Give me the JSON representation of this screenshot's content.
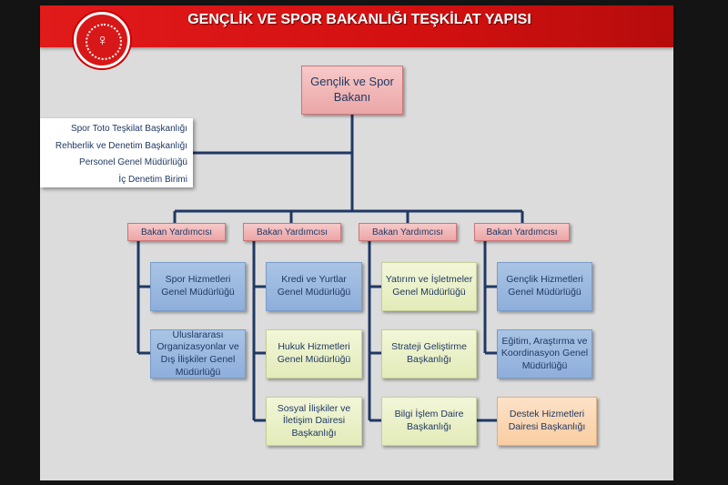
{
  "title": "GENÇLİK VE SPOR BAKANLIĞI TEŞKİLAT YAPISI",
  "minister": "Gençlik ve Spor Bakanı",
  "side_units": [
    "Spor Toto Teşkilat Başkanlığı",
    "Rehberlik ve Denetim Başkanlığı",
    "Personel Genel Müdürlüğü",
    "İç Denetim Birimi"
  ],
  "deputies": [
    "Bakan Yardımcısı",
    "Bakan Yardımcısı",
    "Bakan Yardımcısı",
    "Bakan Yardımcısı"
  ],
  "columns": [
    [
      "Spor Hizmetleri Genel Müdürlüğü",
      "Uluslararası Organizasyonlar ve Dış İlişkiler Genel Müdürlüğü"
    ],
    [
      "Kredi ve Yurtlar Genel Müdürlüğü",
      "Hukuk Hizmetleri Genel Müdürlüğü",
      "Sosyal İlişkiler ve İletişim Dairesi Başkanlığı"
    ],
    [
      "Yatırım ve İşletmeler Genel Müdürlüğü",
      "Strateji Geliştirme Başkanlığı",
      "Bilgi İşlem Daire Başkanlığı"
    ],
    [
      "Gençlik Hizmetleri Genel Müdürlüğü",
      "Eğitim, Araştırma ve Koordinasyon Genel Müdürlüğü"
    ]
  ],
  "extra_unit": "Destek Hizmetleri Dairesi Başkanlığı",
  "colors": {
    "header": "#d31010",
    "line": "#1f3864",
    "pink": "#eba6a6",
    "blue": "#8eaedb",
    "green": "#e3ebb9",
    "orange": "#f9cda2"
  }
}
